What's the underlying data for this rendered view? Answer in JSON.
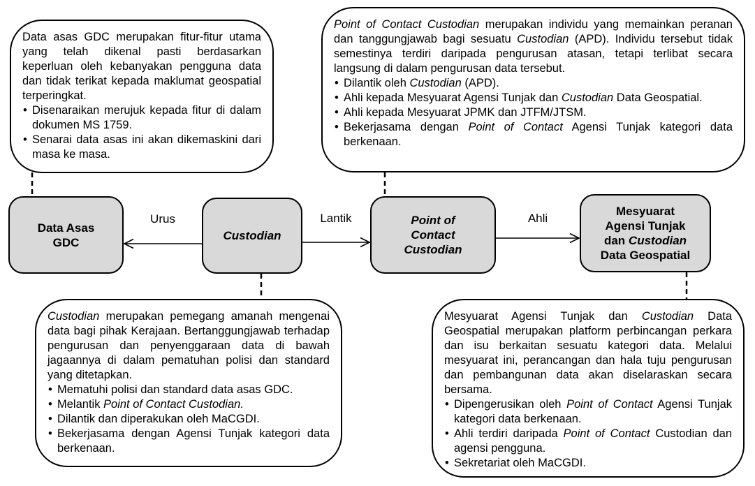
{
  "colors": {
    "background": "#ffffff",
    "node_fill": "#d9d9d9",
    "stroke": "#000000"
  },
  "callouts": {
    "top_left": {
      "paragraph": [
        {
          "t": "Data asas GDC merupakan fitur-fitur utama yang telah dikenal pasti berdasarkan keperluan oleh kebanyakan pengguna data dan tidak terikat kepada maklumat geospatial terperingkat."
        }
      ],
      "bullets": [
        [
          {
            "t": "Disenaraikan merujuk kepada fitur di dalam dokumen MS 1759."
          }
        ],
        [
          {
            "t": "Senarai data asas ini akan dikemaskini dari masa ke masa."
          }
        ]
      ]
    },
    "top_right": {
      "paragraph": [
        {
          "t": "Point of Contact Custodian",
          "i": true
        },
        {
          "t": " merupakan individu yang memainkan peranan dan tanggungjawab bagi sesuatu "
        },
        {
          "t": "Custodian",
          "i": true
        },
        {
          "t": " (APD). Individu tersebut tidak semestinya terdiri daripada pengurusan atasan, tetapi terlibat secara langsung di dalam pengurusan data tersebut."
        }
      ],
      "bullets": [
        [
          {
            "t": "Dilantik oleh "
          },
          {
            "t": "Custodian",
            "i": true
          },
          {
            "t": " (APD)."
          }
        ],
        [
          {
            "t": "Ahli kepada Mesyuarat Agensi Tunjak dan "
          },
          {
            "t": "Custodian",
            "i": true
          },
          {
            "t": " Data Geospatial."
          }
        ],
        [
          {
            "t": "Ahli kepada Mesyuarat JPMK dan JTFM/JTSM."
          }
        ],
        [
          {
            "t": "Bekerjasama dengan "
          },
          {
            "t": "Point of Contact",
            "i": true
          },
          {
            "t": " Agensi Tunjak kategori data berkenaan."
          }
        ]
      ]
    },
    "bottom_left": {
      "paragraph": [
        {
          "t": "Custodian",
          "i": true
        },
        {
          "t": " merupakan pemegang amanah mengenai data bagi pihak Kerajaan. Bertanggungjawab terhadap pengurusan dan penyenggaraan data di bawah jagaannya di dalam pematuhan polisi dan standard yang ditetapkan."
        }
      ],
      "bullets": [
        [
          {
            "t": "Mematuhi polisi dan standard data asas GDC."
          }
        ],
        [
          {
            "t": "Melantik "
          },
          {
            "t": "Point of Contact Custodian.",
            "i": true
          }
        ],
        [
          {
            "t": "Dilantik dan diperakukan oleh MaCGDI."
          }
        ],
        [
          {
            "t": "Bekerjasama dengan Agensi Tunjak kategori data berkenaan."
          }
        ]
      ]
    },
    "bottom_right": {
      "paragraph": [
        {
          "t": "Mesyuarat Agensi Tunjak dan "
        },
        {
          "t": "Custodian",
          "i": true
        },
        {
          "t": " Data Geospatial merupakan platform perbincangan perkara dan isu berkaitan sesuatu kategori data. Melalui mesyuarat ini, perancangan dan hala tuju pengurusan dan pembangunan data akan diselaraskan secara bersama."
        }
      ],
      "bullets": [
        [
          {
            "t": "Dipengerusikan oleh "
          },
          {
            "t": "Point of Contact",
            "i": true
          },
          {
            "t": " Agensi Tunjak kategori data berkenaan."
          }
        ],
        [
          {
            "t": "Ahli terdiri daripada "
          },
          {
            "t": "Point of Contact",
            "i": true
          },
          {
            "t": " Custodian dan agensi pengguna."
          }
        ],
        [
          {
            "t": "Sekretariat oleh MaCGDI."
          }
        ]
      ]
    }
  },
  "nodes": {
    "data_asas_gdc": {
      "label": [
        {
          "t": "Data Asas\nGDC"
        }
      ]
    },
    "custodian": {
      "label": [
        {
          "t": "Custodian",
          "i": true
        }
      ]
    },
    "poc_custodian": {
      "label": [
        {
          "t": "Point of\nContact\nCustodian",
          "i": true
        }
      ]
    },
    "mesyuarat": {
      "label": [
        {
          "t": "Mesyuarat\nAgensi Tunjak\ndan "
        },
        {
          "t": "Custodian",
          "i": true
        },
        {
          "t": "\nData Geospatial"
        }
      ]
    }
  },
  "edges": {
    "urus": {
      "label": "Urus"
    },
    "lantik": {
      "label": "Lantik"
    },
    "ahli": {
      "label": "Ahli"
    }
  }
}
